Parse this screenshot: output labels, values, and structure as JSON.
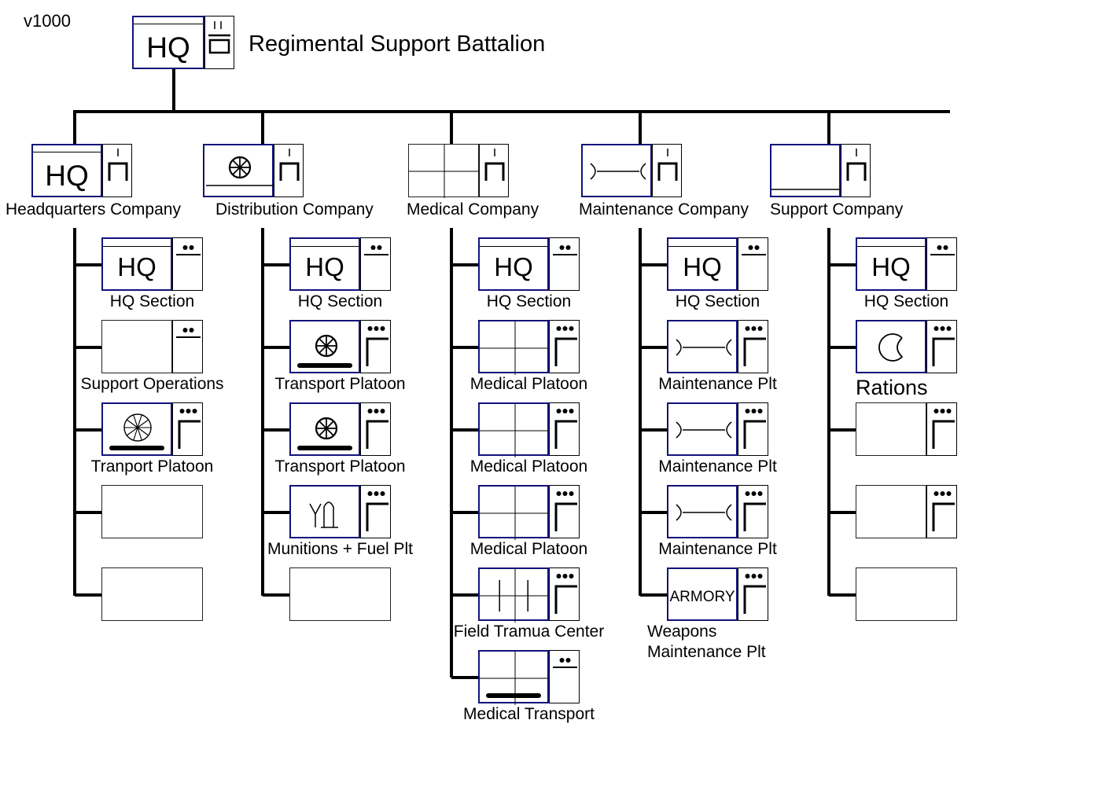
{
  "version": "v1000",
  "title": "Regimental Support Battalion",
  "hq_text": "HQ",
  "companies": [
    {
      "label": "Headquarters Company",
      "symbol": "hq",
      "units": [
        {
          "label": "HQ Section",
          "symbol": "hq",
          "echelon": "section"
        },
        {
          "label": "Support Operations",
          "symbol": "blank",
          "echelon": "section"
        },
        {
          "label": "Tranport Platoon",
          "symbol": "transport-large",
          "echelon": "platoon"
        },
        {
          "label": "",
          "symbol": "empty",
          "echelon": ""
        },
        {
          "label": "",
          "symbol": "empty",
          "echelon": ""
        }
      ]
    },
    {
      "label": "Distribution Company",
      "symbol": "transport",
      "units": [
        {
          "label": "HQ Section",
          "symbol": "hq",
          "echelon": "section"
        },
        {
          "label": "Transport Platoon",
          "symbol": "transport",
          "echelon": "platoon"
        },
        {
          "label": "Transport Platoon",
          "symbol": "transport",
          "echelon": "platoon"
        },
        {
          "label": "Munitions + Fuel Plt",
          "symbol": "munitions-fuel",
          "echelon": "platoon"
        },
        {
          "label": "",
          "symbol": "empty",
          "echelon": ""
        }
      ]
    },
    {
      "label": "Medical Company",
      "symbol": "medical",
      "units": [
        {
          "label": "HQ Section",
          "symbol": "hq",
          "echelon": "section"
        },
        {
          "label": "Medical Platoon",
          "symbol": "medical",
          "echelon": "platoon"
        },
        {
          "label": "Medical Platoon",
          "symbol": "medical",
          "echelon": "platoon"
        },
        {
          "label": "Medical Platoon",
          "symbol": "medical",
          "echelon": "platoon"
        },
        {
          "label": "Field Tramua Center",
          "symbol": "trauma",
          "echelon": "platoon"
        },
        {
          "label": "Medical Transport",
          "symbol": "medical-transport",
          "echelon": "section"
        }
      ]
    },
    {
      "label": "Maintenance Company",
      "symbol": "maintenance",
      "units": [
        {
          "label": "HQ Section",
          "symbol": "hq",
          "echelon": "section"
        },
        {
          "label": "Maintenance Plt",
          "symbol": "maintenance",
          "echelon": "platoon"
        },
        {
          "label": "Maintenance Plt",
          "symbol": "maintenance",
          "echelon": "platoon"
        },
        {
          "label": "Maintenance Plt",
          "symbol": "maintenance",
          "echelon": "platoon"
        },
        {
          "label": "Weapons\nMaintenance Plt",
          "symbol": "armory",
          "echelon": "platoon",
          "symbol_text": "ARMORY"
        }
      ]
    },
    {
      "label": "Support Company",
      "symbol": "supply",
      "units": [
        {
          "label": "HQ Section",
          "symbol": "hq",
          "echelon": "section"
        },
        {
          "label": "Rations",
          "symbol": "rations",
          "echelon": "platoon"
        },
        {
          "label": "",
          "symbol": "blank",
          "echelon": "platoon"
        },
        {
          "label": "",
          "symbol": "blank",
          "echelon": "platoon"
        },
        {
          "label": "",
          "symbol": "empty",
          "echelon": ""
        }
      ]
    }
  ]
}
